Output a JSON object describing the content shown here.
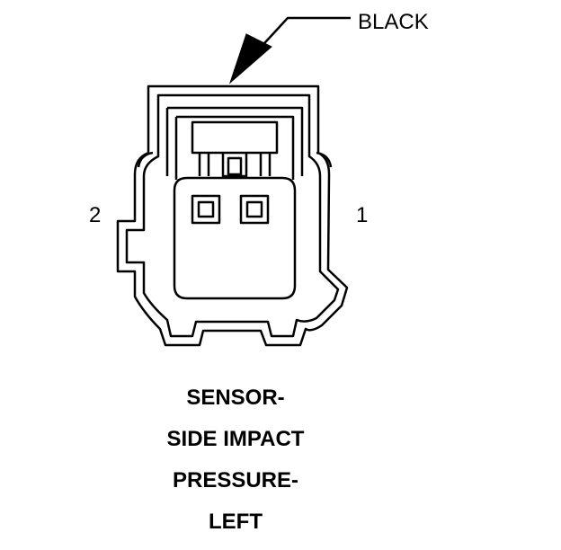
{
  "diagram": {
    "wire_color_label": "BLACK",
    "pins": {
      "pin_left": "2",
      "pin_right": "1"
    },
    "caption_lines": [
      "SENSOR-",
      "SIDE IMPACT",
      "PRESSURE-",
      "LEFT"
    ]
  },
  "colors": {
    "ink": "#000000",
    "background": "#ffffff"
  }
}
